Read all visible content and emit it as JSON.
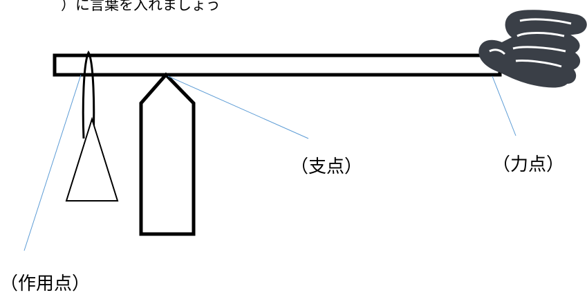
{
  "instruction_text": "）に言葉を入れましょう",
  "labels": {
    "fulcrum": "（支点）",
    "effort": "（力点）",
    "load": "（作用点）"
  },
  "colors": {
    "stroke": "#000000",
    "leader_line": "#5b9bd5",
    "hand_fill": "#3a3f47",
    "background": "#ffffff"
  },
  "icons": {
    "hand": "pointing-hand-icon"
  }
}
